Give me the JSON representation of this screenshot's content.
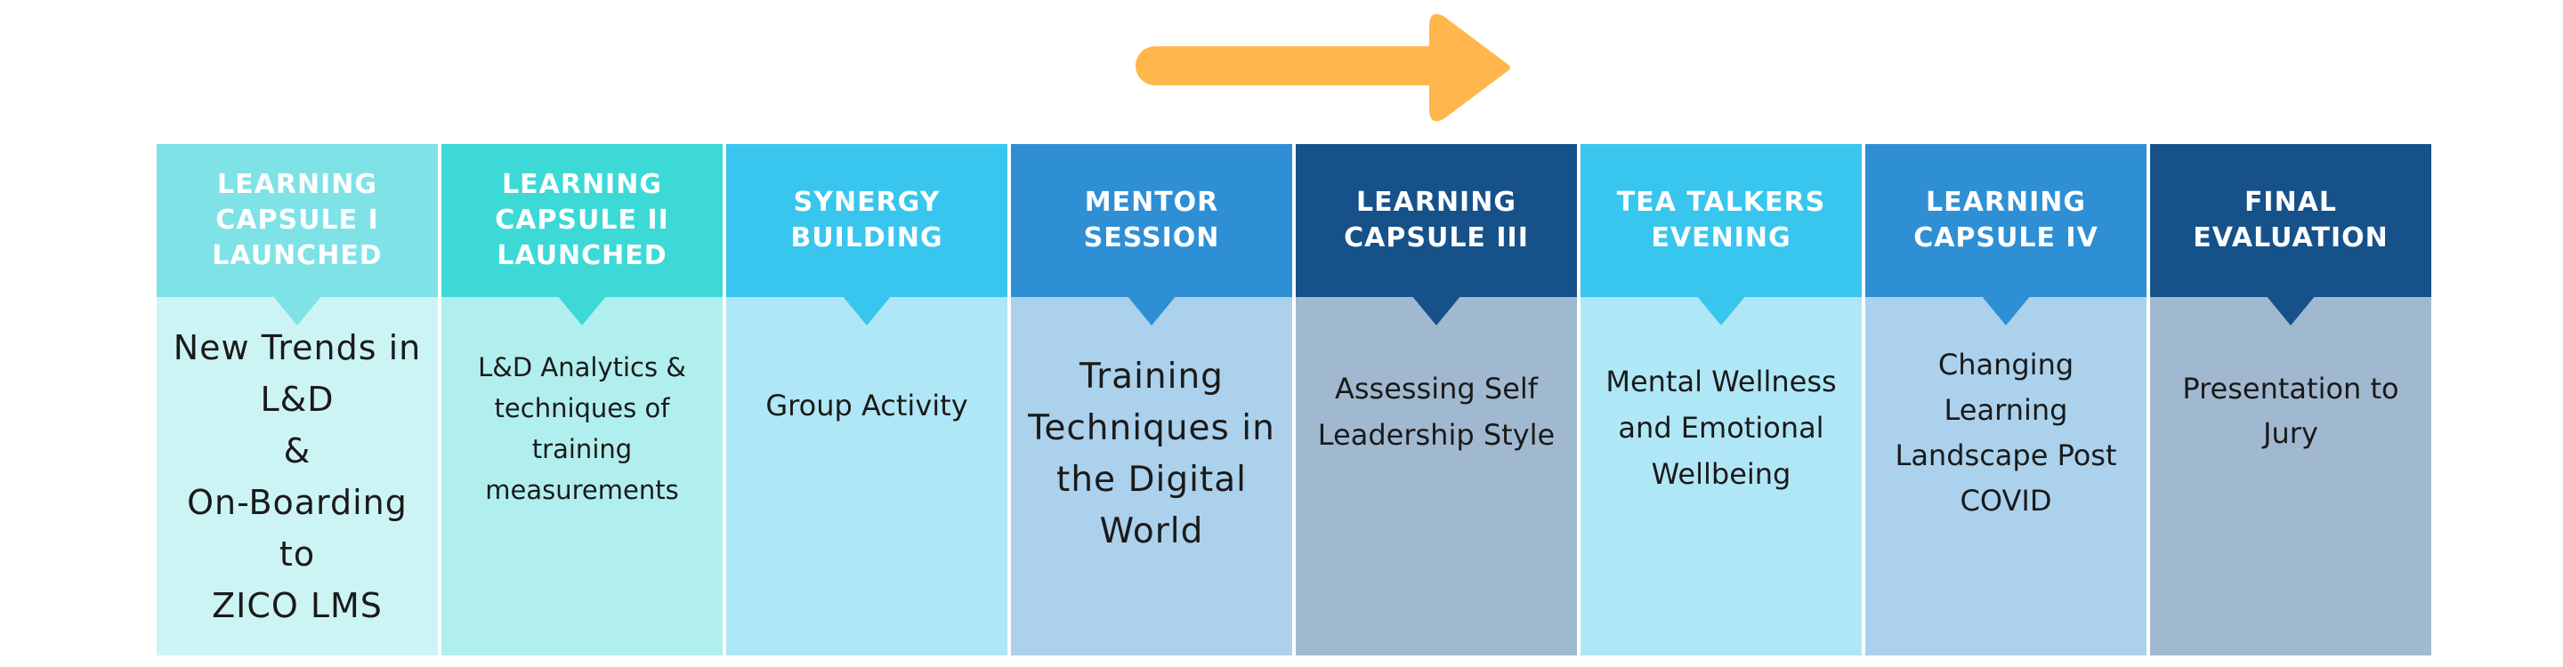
{
  "arrow": {
    "color": "#FFB74D"
  },
  "stages": [
    {
      "title": "LEARNING\nCAPSULE I\nLAUNCHED",
      "body": "New Trends in\nL&D\n&\nOn-Boarding to\nZICO LMS",
      "header_color": "#7EE2E6",
      "body_color": "#CDF4F4"
    },
    {
      "title": "LEARNING\nCAPSULE II\nLAUNCHED",
      "body": "L&D Analytics &\ntechniques of\ntraining\nmeasurements",
      "header_color": "#3DD9D6",
      "body_color": "#B1EFEE"
    },
    {
      "title": "SYNERGY\nBUILDING",
      "body": "Group Activity",
      "header_color": "#38C6EE",
      "body_color": "#B0E7F6"
    },
    {
      "title": "MENTOR\nSESSION",
      "body": "Training\nTechniques in\nthe Digital\nWorld",
      "header_color": "#2F8FD4",
      "body_color": "#ABD1EC"
    },
    {
      "title": "LEARNING\nCAPSULE III",
      "body": "Assessing Self\nLeadership Style",
      "header_color": "#165189",
      "body_color": "#A1B9D0"
    },
    {
      "title": "TEA TALKERS\nEVENING",
      "body": "Mental Wellness\nand Emotional\nWellbeing",
      "header_color": "#38C6EE",
      "body_color": "#B0E7F6"
    },
    {
      "title": "LEARNING\nCAPSULE IV",
      "body": "Changing\nLearning\nLandscape Post\nCOVID",
      "header_color": "#2F8FD4",
      "body_color": "#ABD1EC"
    },
    {
      "title": "FINAL\nEVALUATION",
      "body": "Presentation to\nJury",
      "header_color": "#165189",
      "body_color": "#A1B9D0"
    }
  ]
}
